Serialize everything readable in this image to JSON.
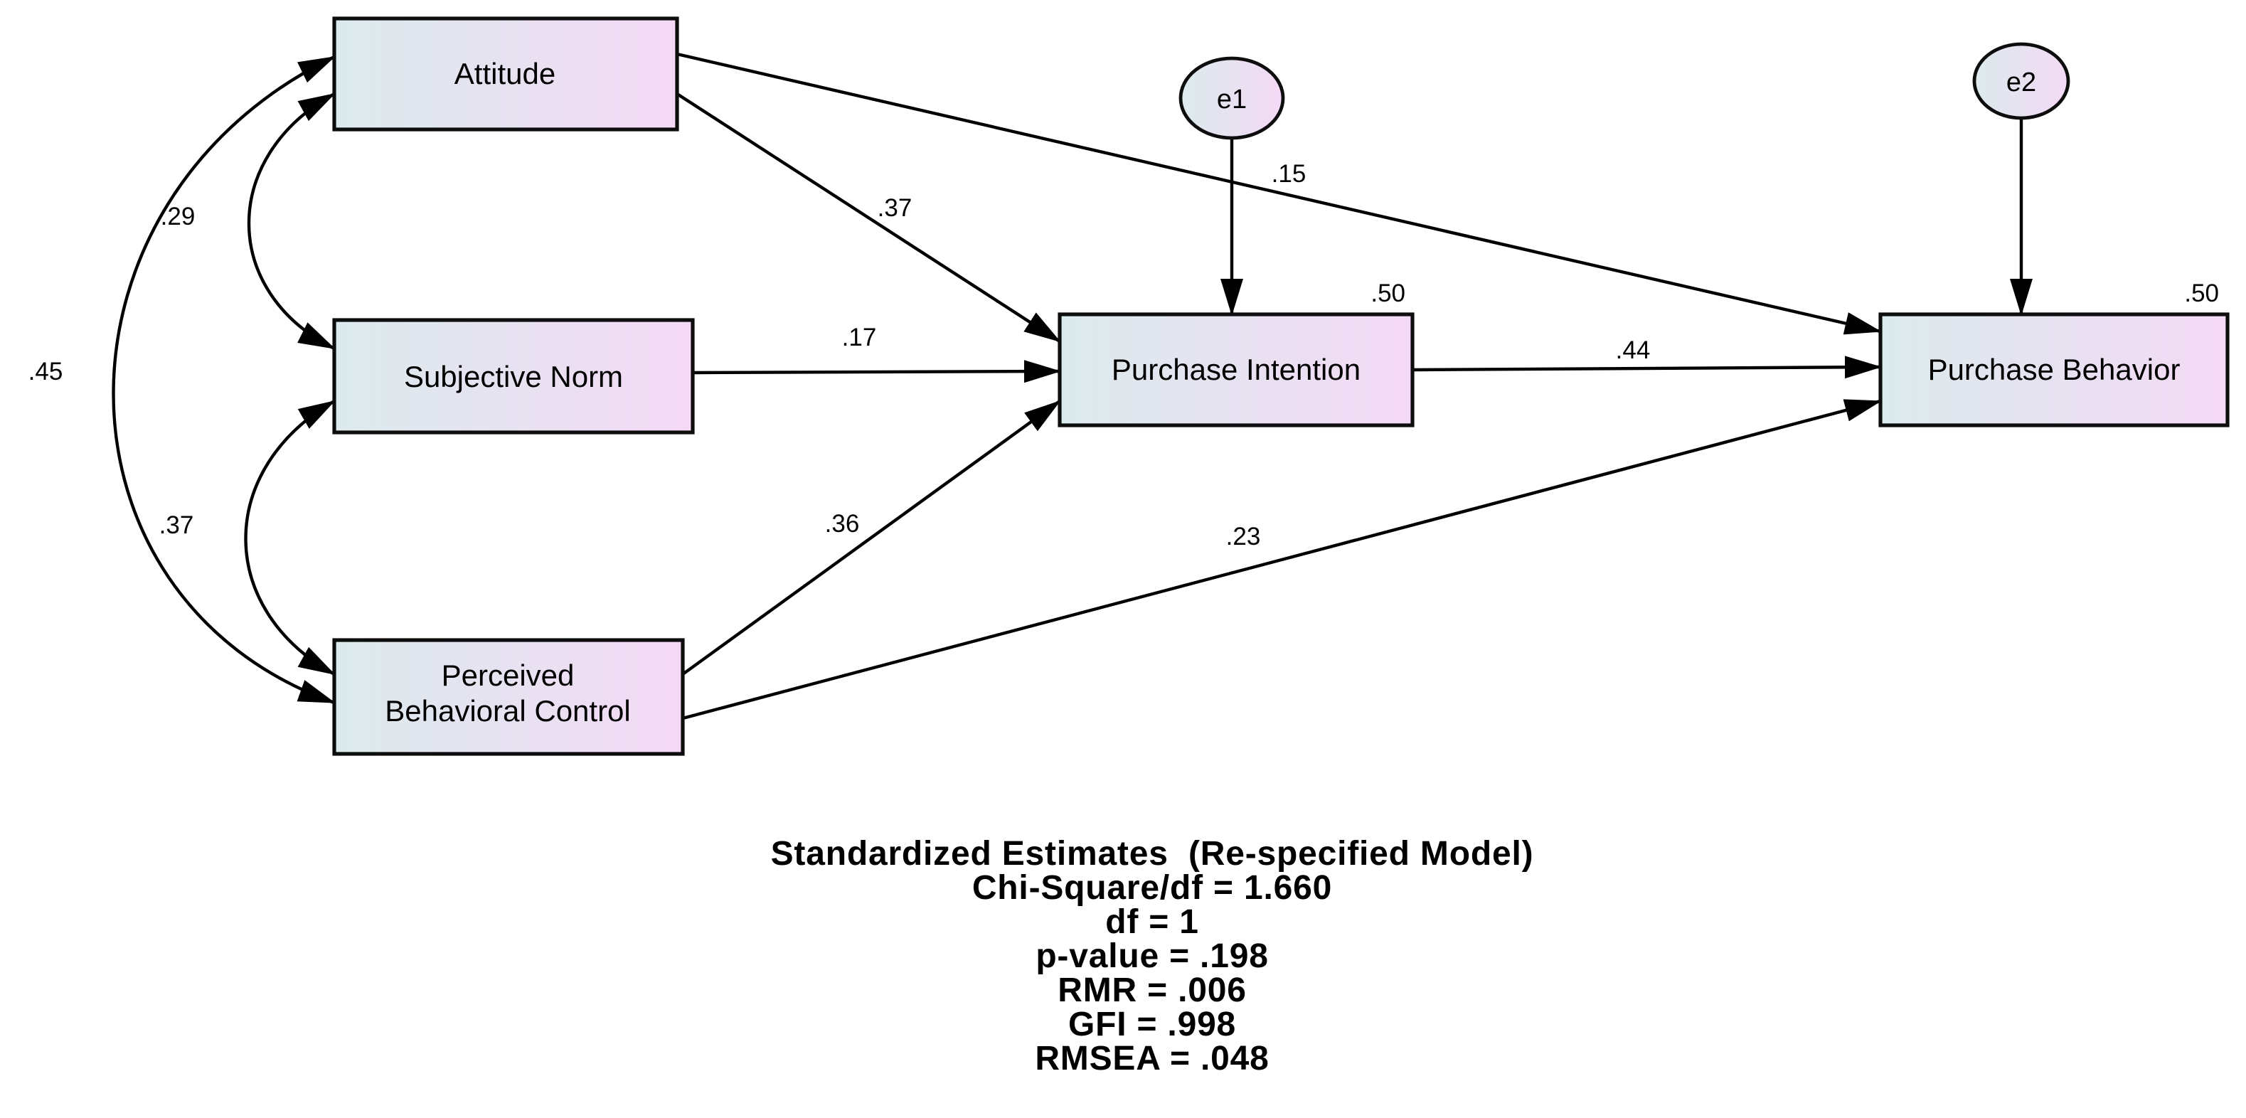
{
  "diagram": {
    "nodes": {
      "attitude": {
        "label": "Attitude"
      },
      "subjective_norm": {
        "label": "Subjective Norm"
      },
      "perceived_behavioral_control": {
        "line1": "Perceived",
        "line2": "Behavioral Control"
      },
      "purchase_intention": {
        "label": "Purchase Intention",
        "r_squared": ".50"
      },
      "purchase_behavior": {
        "label": "Purchase Behavior",
        "r_squared": ".50"
      }
    },
    "errors": {
      "e1": {
        "label": "e1"
      },
      "e2": {
        "label": "e2"
      }
    },
    "paths": {
      "attitude_to_purchase_behavior": {
        "value": ".15"
      },
      "attitude_to_purchase_intention": {
        "value": ".37"
      },
      "subjective_norm_to_purchase_intention": {
        "value": ".17"
      },
      "pbc_to_purchase_intention": {
        "value": ".36"
      },
      "purchase_intention_to_purchase_behavior": {
        "value": ".44"
      },
      "pbc_to_purchase_behavior": {
        "value": ".23"
      }
    },
    "covariances": {
      "attitude_subjective_norm": {
        "value": ".29"
      },
      "subjective_norm_pbc": {
        "value": ".37"
      },
      "attitude_pbc": {
        "value": ".45"
      }
    }
  },
  "stats": {
    "lines": [
      "Standardized Estimates  (Re-specified Model)",
      "Chi-Square/df = 1.660",
      "df = 1",
      "p-value = .198",
      "RMR = .006",
      "GFI = .998",
      "RMSEA = .048"
    ]
  },
  "colors": {
    "node_fill_left": "#dcebed",
    "node_fill_mid": "#e7e2f1",
    "node_fill_right": "#f5d9f6",
    "stroke": "#000000",
    "background": "#ffffff"
  }
}
